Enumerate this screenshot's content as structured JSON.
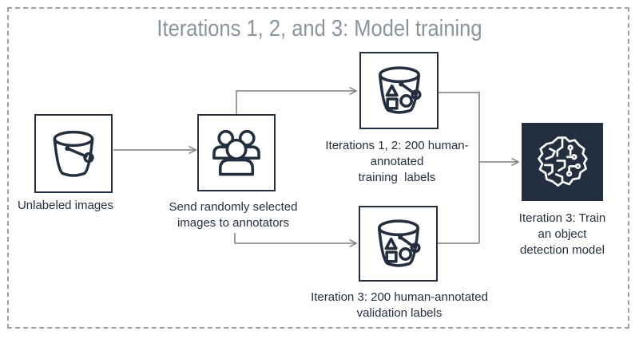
{
  "title": "Iterations 1, 2, and 3: Model training",
  "colors": {
    "icon_and_text_navy": "#232f3e",
    "connector_gray": "#7f7f7f",
    "title_gray": "#8a949d",
    "dashed_border_gray": "#9aa2a9",
    "model_tile_background": "#232f3e",
    "model_glyph_white": "#ffffff",
    "canvas_background": "#ffffff"
  },
  "nodes": {
    "unlabeled": {
      "icon": "s3-bucket-icon",
      "label_lines": [
        "Unlabeled images"
      ]
    },
    "annotators": {
      "icon": "annotators-group-icon",
      "label_lines": [
        "Send randomly selected",
        "images to annotators"
      ]
    },
    "training": {
      "icon": "s3-bucket-objects-icon",
      "label_lines": [
        "Iterations 1, 2: 200 human-",
        "annotated",
        "training  labels"
      ]
    },
    "validation": {
      "icon": "s3-bucket-objects-icon",
      "label_lines": [
        "Iteration 3: 200 human-annotated",
        "validation labels"
      ]
    },
    "model": {
      "icon": "ml-model-icon",
      "label_lines": [
        "Iteration 3: Train",
        "an object",
        "detection model"
      ]
    }
  }
}
